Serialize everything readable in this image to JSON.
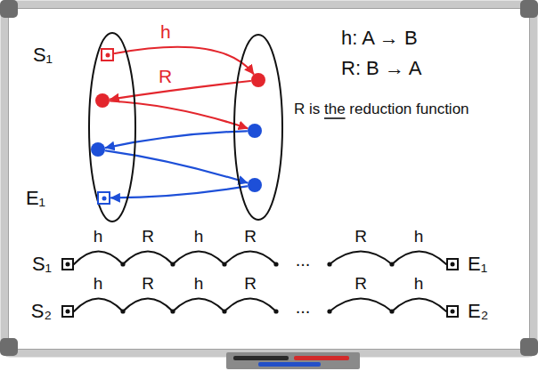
{
  "diagram": {
    "nodes": [
      {
        "text": []
      },
      {
        "text": []
      },
      {
        "text": [
          "S₁"
        ],
        "in": 0
      },
      {
        "text": [],
        "in": 0
      },
      {
        "text": [],
        "in": 0
      },
      {
        "text": [
          "E₁"
        ],
        "in": 0
      },
      {
        "text": [],
        "in": 1
      },
      {
        "text": [],
        "in": 1
      },
      {
        "text": [],
        "in": 1
      },
      {
        "text": [
          "S₁"
        ]
      },
      {
        "text": [
          "E₁"
        ]
      },
      {
        "text": [
          "S₂"
        ]
      },
      {
        "text": [
          "E₂"
        ]
      }
    ],
    "edges": [
      {
        "from": 2,
        "to": 6,
        "arrow": "to",
        "label": "h"
      },
      {
        "from": 6,
        "to": 3,
        "arrow": "to",
        "label": "R"
      },
      {
        "from": 3,
        "to": 7,
        "arrow": "to"
      },
      {
        "from": 7,
        "to": 4,
        "arrow": "to"
      },
      {
        "from": 4,
        "to": 8,
        "arrow": "to"
      },
      {
        "from": 8,
        "to": 5,
        "arrow": "to"
      }
    ],
    "labels": [
      "h: A → B",
      "R: B → A",
      "R is the reduction function",
      "h",
      "R",
      "h",
      "R",
      "...",
      "R",
      "h",
      "h",
      "R",
      "h",
      "R",
      "...",
      "R",
      "h"
    ]
  }
}
